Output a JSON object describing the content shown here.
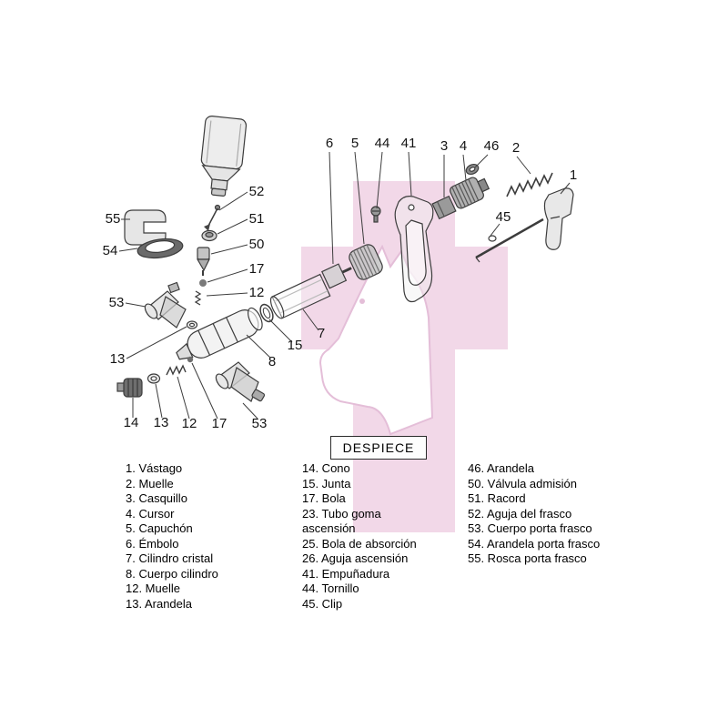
{
  "title_box": {
    "label": "DESPIECE"
  },
  "colors": {
    "watermark_pink": "#f2d8e8",
    "watermark_stroke": "#e4bed8"
  },
  "callout_labels": [
    "6",
    "5",
    "44",
    "41",
    "3",
    "4",
    "46",
    "2",
    "1",
    "45",
    "52",
    "51",
    "50",
    "17",
    "12",
    "55",
    "54",
    "53",
    "13",
    "8",
    "15",
    "7",
    "14",
    "13",
    "12",
    "17",
    "53"
  ],
  "parts": {
    "col1": [
      "1. Vástago",
      "2. Muelle",
      "3. Casquillo",
      "4. Cursor",
      "5. Capuchón",
      "6. Émbolo",
      "7. Cilindro cristal",
      "8. Cuerpo cilindro",
      "12. Muelle",
      "13. Arandela"
    ],
    "col2": [
      "14. Cono",
      "15. Junta",
      "17. Bola",
      "23. Tubo goma ascensión",
      "25. Bola de absorción",
      "26. Aguja ascensión",
      "41. Empuñadura",
      "44. Tornillo",
      "45. Clip"
    ],
    "col3": [
      "46. Arandela",
      "50. Válvula admisión",
      "51. Racord",
      "52. Aguja del frasco",
      "53. Cuerpo porta frasco",
      "54. Arandela porta frasco",
      "55. Rosca porta frasco"
    ]
  }
}
